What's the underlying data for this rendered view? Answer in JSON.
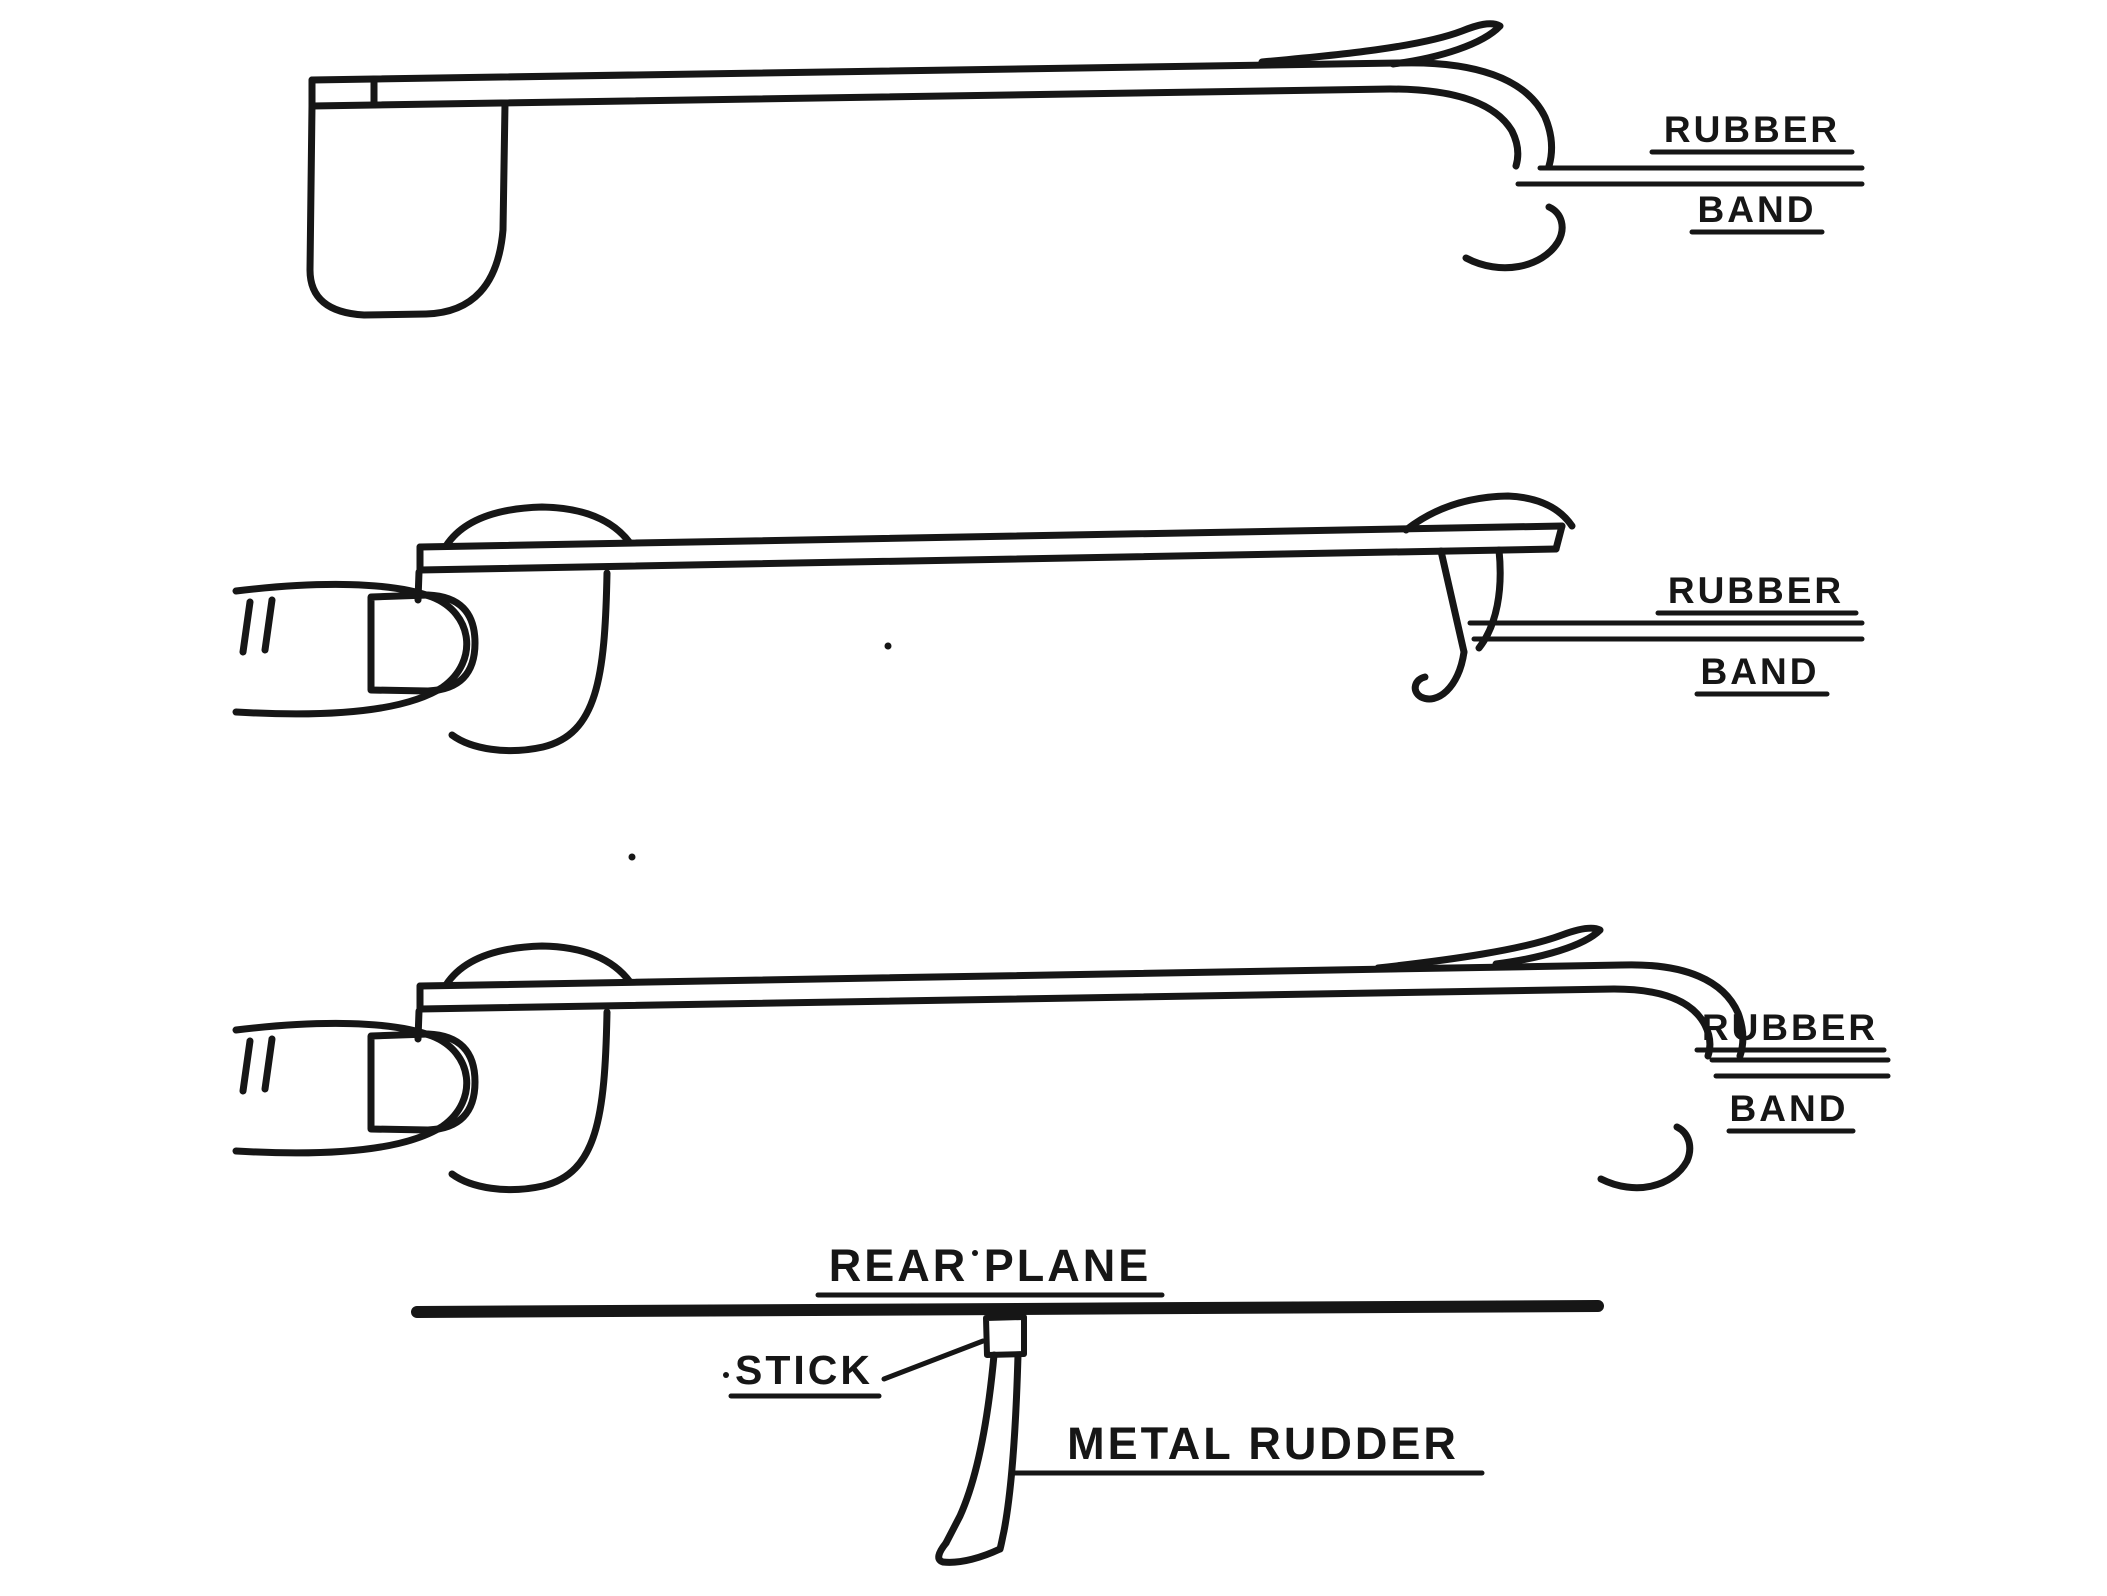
{
  "page": {
    "background_color": "#ffffff",
    "ink_color": "#161616"
  },
  "figures": {
    "fig1": {
      "rubber_label": "RUBBER",
      "band_label": "BAND"
    },
    "fig2": {
      "rubber_label": "RUBBER",
      "band_label": "BAND"
    },
    "fig3": {
      "rubber_label": "RUBBER",
      "band_label": "BAND"
    },
    "fig4": {
      "rear_plane_label": "REAR PLANE",
      "stick_label": "STICK",
      "metal_rudder_label": "METAL RUDDER"
    }
  }
}
